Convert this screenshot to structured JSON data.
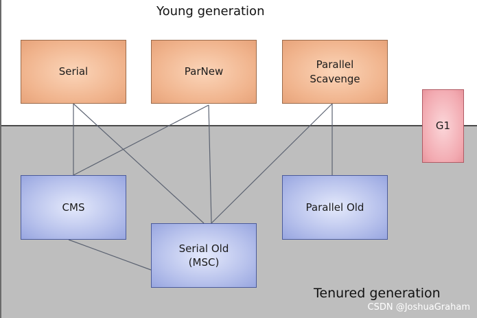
{
  "diagram": {
    "regions": {
      "young": "Young generation",
      "tenured": "Tenured generation"
    },
    "collectors": {
      "serial": "Serial",
      "parnew": "ParNew",
      "parallel_scavenge": "Parallel\nScavenge",
      "g1": "G1",
      "cms": "CMS",
      "serial_old": "Serial Old\n(MSC)",
      "parallel_old": "Parallel Old"
    },
    "links": [
      {
        "from": "serial",
        "to": "cms"
      },
      {
        "from": "serial",
        "to": "serial_old"
      },
      {
        "from": "parnew",
        "to": "cms"
      },
      {
        "from": "parnew",
        "to": "serial_old"
      },
      {
        "from": "parallel_scavenge",
        "to": "serial_old"
      },
      {
        "from": "parallel_scavenge",
        "to": "parallel_old"
      },
      {
        "from": "cms",
        "to": "serial_old"
      }
    ],
    "colors": {
      "young_box": "#f0b38c",
      "tenured_box": "#b8c2ec",
      "g1_box": "#f2a9b0",
      "tenured_area": "#bebebe",
      "link": "#5a6170"
    }
  },
  "watermark": "CSDN @JoshuaGraham"
}
